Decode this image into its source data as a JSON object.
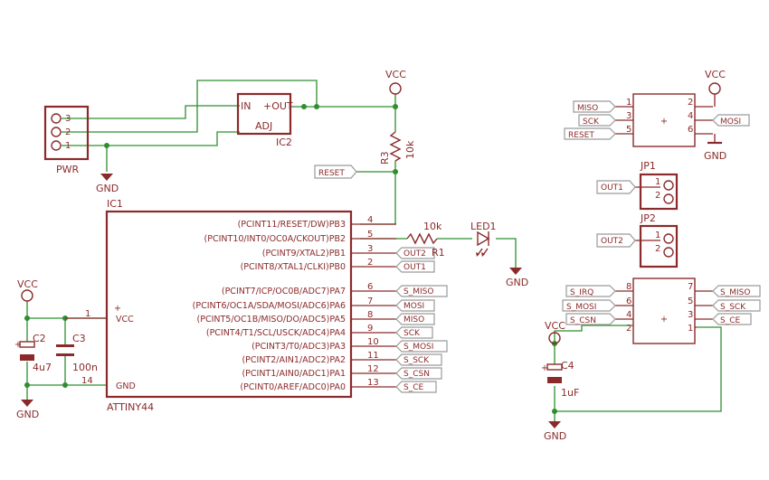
{
  "colors": {
    "component": "#8b2a2a",
    "wire": "#2f8f2f",
    "flag_border": "#9a9a9a",
    "background": "#ffffff"
  },
  "power": {
    "vcc": "VCC",
    "gnd": "GND"
  },
  "pwr_header": {
    "name": "PWR",
    "pins": [
      "3",
      "2",
      "1"
    ]
  },
  "ic2": {
    "name": "IC2",
    "in": "IN",
    "out": "+OUT",
    "adj": "ADJ"
  },
  "r3": {
    "name": "R3",
    "value": "10k"
  },
  "r1": {
    "name": "R1",
    "value": "10k"
  },
  "led1": {
    "name": "LED1"
  },
  "reset_flag": "RESET",
  "ic1": {
    "name": "IC1",
    "part": "ATTINY44",
    "vcc_label": "VCC",
    "gnd_label": "GND",
    "plus": "+",
    "vcc_pin": "1",
    "gnd_pin": "14",
    "pins": [
      {
        "label": "(PCINT11/RESET/DW)PB3",
        "num": "4"
      },
      {
        "label": "(PCINT10/INT0/OC0A/CKOUT)PB2",
        "num": "5"
      },
      {
        "label": "(PCINT9/XTAL2)PB1",
        "num": "3"
      },
      {
        "label": "(PCINT8/XTAL1/CLKI)PB0",
        "num": "2"
      },
      {
        "label": "(PCINT7/ICP/OC0B/ADC7)PA7",
        "num": "6"
      },
      {
        "label": "(PCINT6/OC1A/SDA/MOSI/ADC6)PA6",
        "num": "7"
      },
      {
        "label": "(PCINT5/OC1B/MISO/DO/ADC5)PA5",
        "num": "8"
      },
      {
        "label": "(PCINT4/T1/SCL/USCK/ADC4)PA4",
        "num": "9"
      },
      {
        "label": "(PCINT3/T0/ADC3)PA3",
        "num": "10"
      },
      {
        "label": "(PCINT2/AIN1/ADC2)PA2",
        "num": "11"
      },
      {
        "label": "(PCINT1/AIN0/ADC1)PA1",
        "num": "12"
      },
      {
        "label": "(PCINT0/AREF/ADC0)PA0",
        "num": "13"
      }
    ],
    "net_flags": [
      "OUT2",
      "OUT1",
      "S_MISO",
      "MOSI",
      "MISO",
      "SCK",
      "S_MOSI",
      "S_SCK",
      "S_CSN",
      "S_CE"
    ]
  },
  "c2": {
    "name": "C2",
    "value": "4u7"
  },
  "c3": {
    "name": "C3",
    "value": "100n"
  },
  "c4": {
    "name": "C4",
    "value": "1uF"
  },
  "isp_header": {
    "plus": "+",
    "left_pins": [
      "1",
      "3",
      "5"
    ],
    "right_pins": [
      "2",
      "4",
      "6"
    ],
    "left_flags": [
      "MISO",
      "SCK",
      "RESET"
    ],
    "right_flag": "MOSI"
  },
  "jp1": {
    "name": "JP1",
    "pins": [
      "1",
      "2"
    ],
    "flag": "OUT1"
  },
  "jp2": {
    "name": "JP2",
    "pins": [
      "1",
      "2"
    ],
    "flag": "OUT2"
  },
  "radio_header": {
    "plus": "+",
    "left_pins": [
      "8",
      "6",
      "4",
      "2"
    ],
    "right_pins": [
      "7",
      "5",
      "3",
      "1"
    ],
    "left_flags": [
      "S_IRQ",
      "S_MOSI",
      "S_CSN"
    ],
    "right_flags": [
      "S_MISO",
      "S_SCK",
      "S_CE"
    ]
  }
}
